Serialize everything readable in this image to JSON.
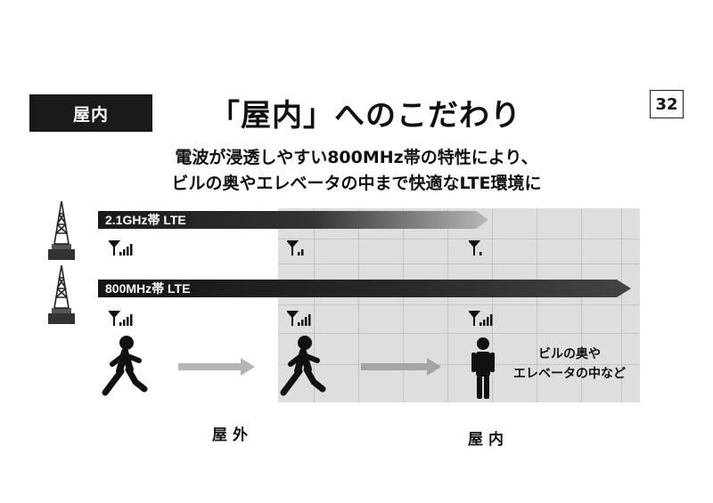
{
  "header": {
    "section_tag": "屋内",
    "title": "「屋内」へのこだわり",
    "page_number": "32"
  },
  "subtitle": {
    "line1": "電波が浸透しやすい800MHz帯の特性により、",
    "line2": "ビルの奥やエレベータの中まで快適なLTE環境に"
  },
  "bands": [
    {
      "label": "2.1GHz帯 LTE",
      "signal_levels": [
        4,
        2,
        1
      ]
    },
    {
      "label": "800MHz帯 LTE",
      "signal_levels": [
        4,
        4,
        4
      ]
    }
  ],
  "caption": {
    "line1": "ビルの奥や",
    "line2": "エレベータの中など"
  },
  "labels": {
    "outdoor": "屋外",
    "indoor": "屋内"
  }
}
